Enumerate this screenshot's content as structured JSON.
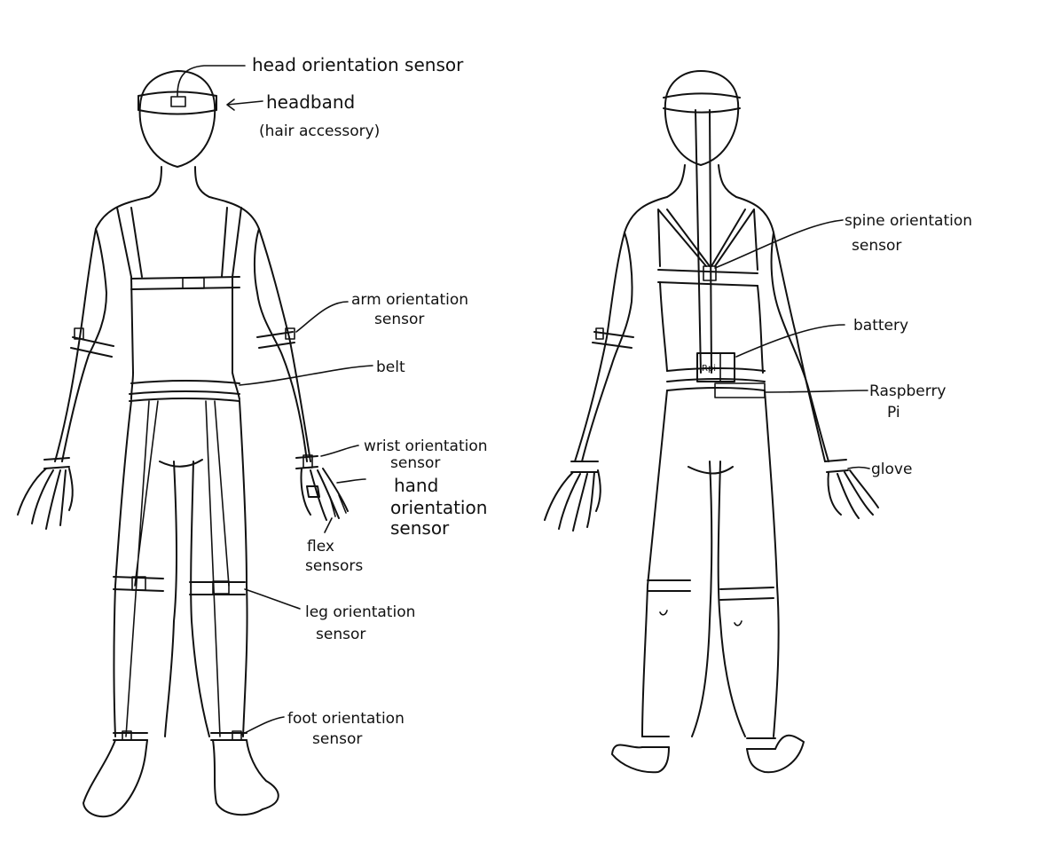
{
  "front_labels": {
    "head_sensor": "head orientation sensor",
    "headband_1": "headband",
    "headband_2": "(hair accessory)",
    "arm_1": "arm orientation",
    "arm_2": "sensor",
    "belt": "belt",
    "wrist_1": "wrist orientation",
    "wrist_2": "sensor",
    "hand_1": "hand",
    "hand_2": "orientation",
    "hand_3": "sensor",
    "flex_1": "flex",
    "flex_2": "sensors",
    "leg_1": "leg orientation",
    "leg_2": "sensor",
    "foot_1": "foot orientation",
    "foot_2": "sensor"
  },
  "back_labels": {
    "spine_1": "spine orientation",
    "spine_2": "sensor",
    "battery": "battery",
    "rpi_1": "Raspberry",
    "rpi_2": "Pi",
    "glove": "glove",
    "rpi_box": "Rpi"
  }
}
